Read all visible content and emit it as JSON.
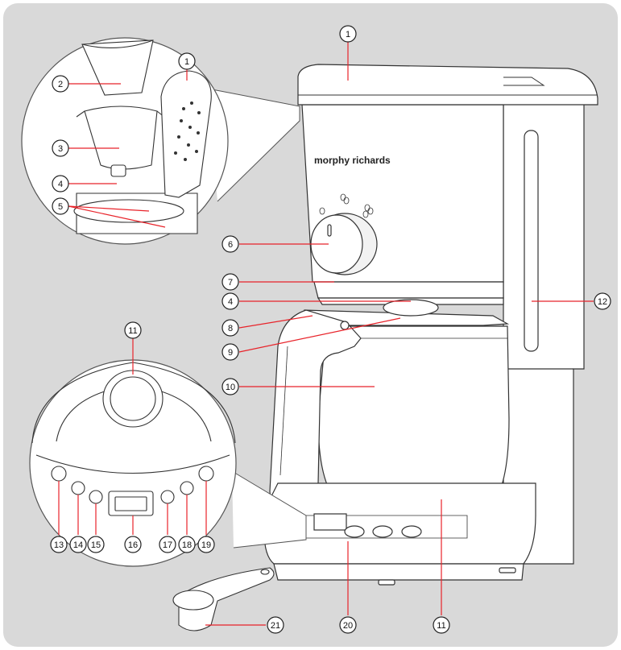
{
  "brand": "morphy richards",
  "callouts": [
    "1",
    "2",
    "3",
    "4",
    "5",
    "6",
    "7",
    "8",
    "9",
    "10",
    "11",
    "12",
    "13",
    "14",
    "15",
    "16",
    "17",
    "18",
    "19",
    "20",
    "21"
  ],
  "colors": {
    "background": "#d9d9d9",
    "body": "#ffffff",
    "line": "#333333",
    "callout_line": "#e8232a"
  },
  "icons": {
    "strength_dial": "coffee-bean-strength-icons",
    "power_button": "power-icon",
    "cup_buttons": "cup-icons"
  }
}
